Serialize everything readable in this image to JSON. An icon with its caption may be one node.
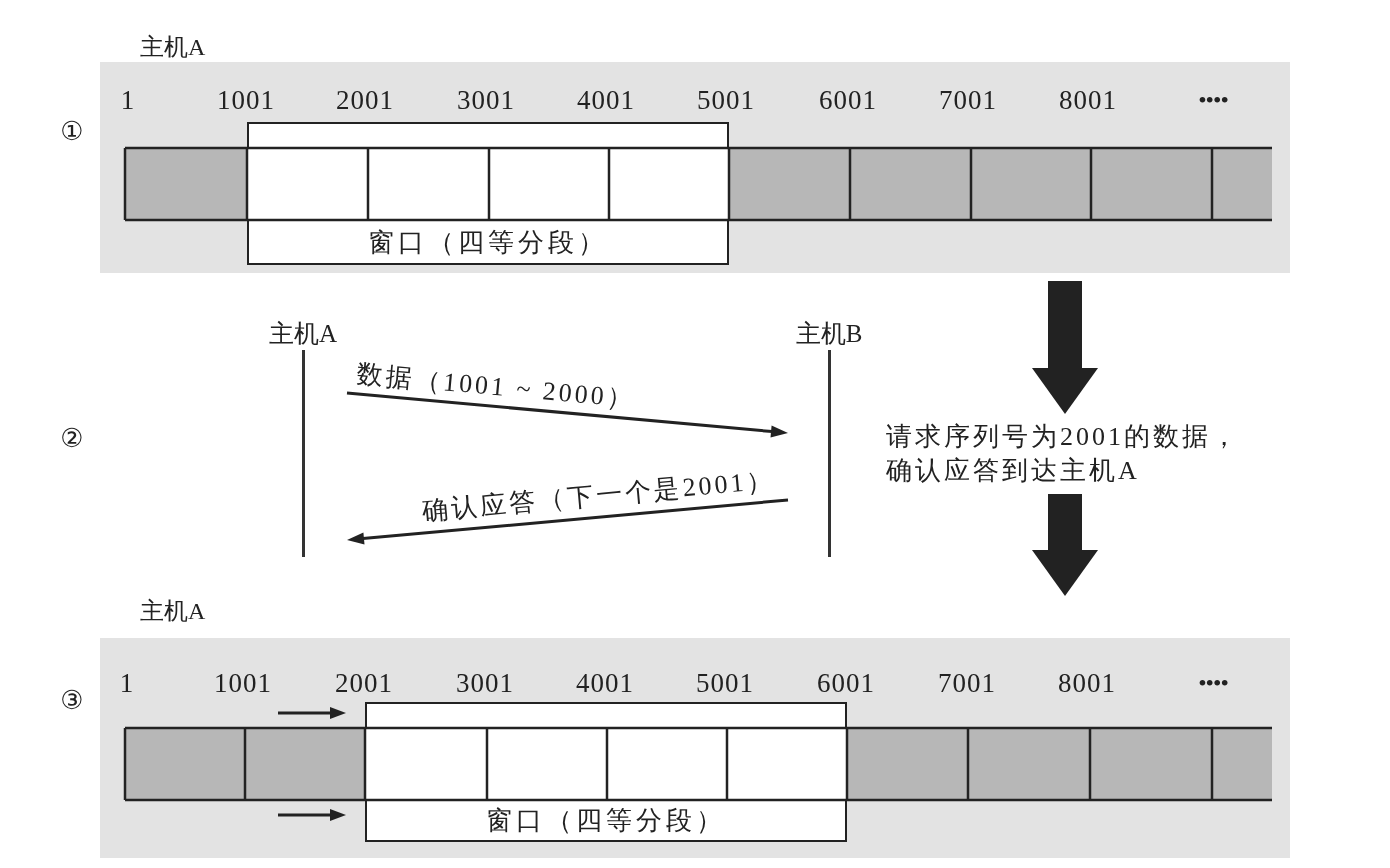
{
  "diagram": {
    "nodes": [
      {
        "text": [
          "主机A"
        ]
      },
      {
        "text": [
          "窗口（四等分段）"
        ],
        "in": 0
      },
      {
        "text": [
          "主机A"
        ]
      },
      {
        "text": [
          "主机B"
        ]
      },
      {
        "text": [
          "请求序列号为2001的数据，确认应答到达主机A"
        ]
      },
      {
        "text": [
          "主机A"
        ]
      },
      {
        "text": [
          "窗口（四等分段）"
        ],
        "in": 5
      }
    ],
    "edges": [
      {
        "from": 2,
        "to": 3,
        "arrow": "to",
        "label": "数据（1001 ~ 2000）"
      },
      {
        "from": 3,
        "to": 2,
        "arrow": "to",
        "label": "确认应答（下一个是2001）"
      },
      {
        "from": 0,
        "to": 4,
        "arrow": "to",
        "style": "thick"
      },
      {
        "from": 4,
        "to": 5,
        "arrow": "to",
        "style": "thick"
      }
    ],
    "labels": [
      "①",
      "1",
      "1001",
      "2001",
      "3001",
      "4001",
      "5001",
      "6001",
      "7001",
      "8001",
      "••••",
      "②",
      "③",
      "1",
      "1001",
      "2001",
      "3001",
      "4001",
      "5001",
      "6001",
      "7001",
      "8001",
      "••••"
    ]
  }
}
